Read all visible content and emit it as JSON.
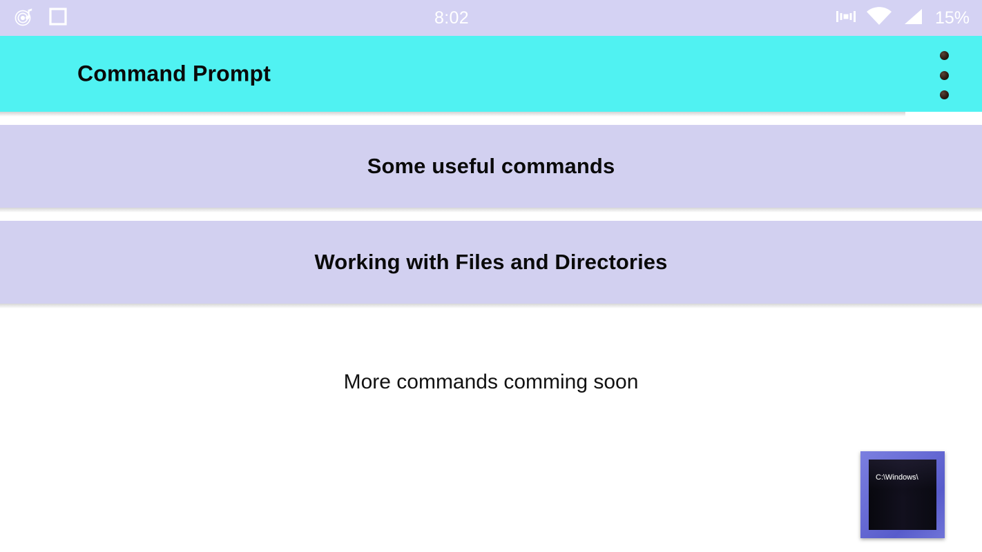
{
  "status_bar": {
    "clock": "8:02",
    "battery_percent": "15%",
    "left_icons": [
      {
        "name": "music-notification-icon",
        "glyph": "music-record"
      },
      {
        "name": "app-notification-icon",
        "glyph": "square-outline"
      }
    ],
    "right_icons": [
      {
        "name": "vibrate-icon",
        "glyph": "vibrate"
      },
      {
        "name": "wifi-icon",
        "glyph": "wifi"
      },
      {
        "name": "cell-signal-icon",
        "glyph": "signal-bars"
      }
    ],
    "background_color": "#d4d2f3",
    "text_color": "#ffffff"
  },
  "app_bar": {
    "title": "Command Prompt",
    "background_color": "#50f2f2",
    "title_color": "#0a0a0a",
    "overflow_menu": {
      "name": "overflow-menu-icon",
      "dots": 3
    }
  },
  "main": {
    "cards": [
      {
        "label": "Some useful commands"
      },
      {
        "label": "Working with Files and Directories"
      }
    ],
    "card_background_color": "#d2d0f0",
    "footer_note": "More commands comming soon"
  },
  "cmd_icon": {
    "screen_text": "C:\\Windows\\",
    "frame_color": "#6a6ed6",
    "screen_color": "#0c0c14"
  }
}
